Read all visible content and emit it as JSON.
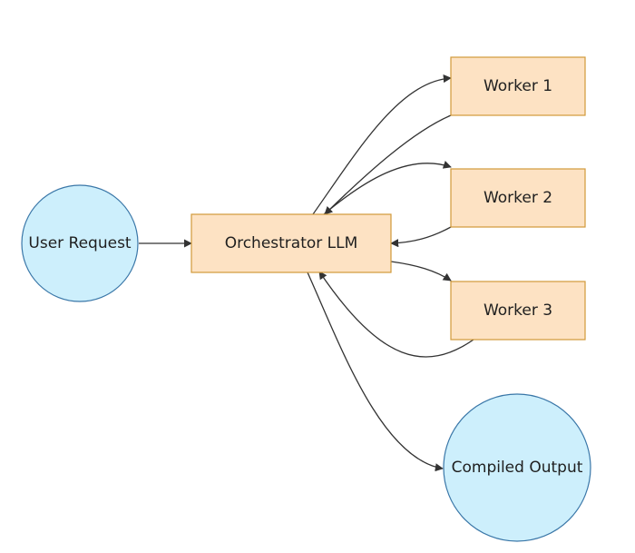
{
  "diagram": {
    "nodes": {
      "user_request": {
        "label": "User Request",
        "shape": "circle"
      },
      "orchestrator": {
        "label": "Orchestrator LLM",
        "shape": "rect"
      },
      "worker_1": {
        "label": "Worker 1",
        "shape": "rect"
      },
      "worker_2": {
        "label": "Worker 2",
        "shape": "rect"
      },
      "worker_3": {
        "label": "Worker 3",
        "shape": "rect"
      },
      "compiled_output": {
        "label": "Compiled Output",
        "shape": "circle"
      }
    },
    "edges": [
      {
        "from": "user_request",
        "to": "orchestrator"
      },
      {
        "from": "orchestrator",
        "to": "worker_1"
      },
      {
        "from": "worker_1",
        "to": "orchestrator"
      },
      {
        "from": "orchestrator",
        "to": "worker_2"
      },
      {
        "from": "worker_2",
        "to": "orchestrator"
      },
      {
        "from": "orchestrator",
        "to": "worker_3"
      },
      {
        "from": "worker_3",
        "to": "orchestrator"
      },
      {
        "from": "orchestrator",
        "to": "compiled_output"
      }
    ],
    "colors": {
      "circle_fill": "#cdeffc",
      "circle_stroke": "#3a77a8",
      "rect_fill": "#fde2c3",
      "rect_stroke": "#d19a3a",
      "edge": "#333333"
    }
  }
}
